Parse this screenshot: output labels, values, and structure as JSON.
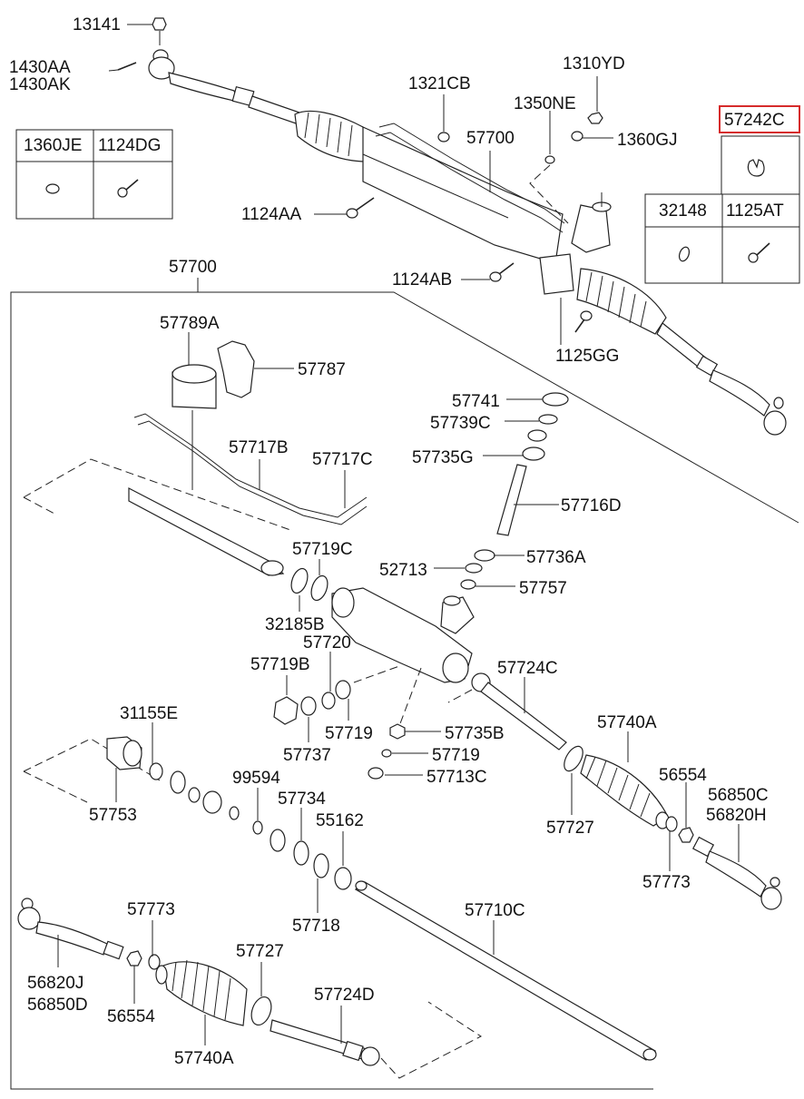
{
  "accent": "#d62b2b",
  "callouts": {
    "c13141": "13141",
    "c1430AA": "1430AA",
    "c1430AK": "1430AK",
    "c1321CB": "1321CB",
    "c1310YD": "1310YD",
    "c1350NE": "1350NE",
    "c57700_top": "57700",
    "c1360GJ": "1360GJ",
    "c57242C": "57242C",
    "c1124AA": "1124AA",
    "c1124AB": "1124AB",
    "c1125GG": "1125GG",
    "c57700_main": "57700",
    "c57789A": "57789A",
    "c57787": "57787",
    "c57741": "57741",
    "c57739C": "57739C",
    "c57717B": "57717B",
    "c57717C": "57717C",
    "c57735G": "57735G",
    "c57716D": "57716D",
    "c57719C": "57719C",
    "c52713": "52713",
    "c57736A": "57736A",
    "c57757": "57757",
    "c32185B": "32185B",
    "c57720": "57720",
    "c57719B": "57719B",
    "c57724C": "57724C",
    "c57719_a": "57719",
    "c57735B": "57735B",
    "c57737": "57737",
    "c57719_b": "57719",
    "c57713C": "57713C",
    "c31155E": "31155E",
    "c57740A_r": "57740A",
    "c99594": "99594",
    "c56554_r": "56554",
    "c56850C": "56850C",
    "c56820H": "56820H",
    "c57753": "57753",
    "c57734": "57734",
    "c55162": "55162",
    "c57727_r": "57727",
    "c57773_r": "57773",
    "c57718": "57718",
    "c57773_l": "57773",
    "c57710C": "57710C",
    "c57727_l": "57727",
    "c56820J": "56820J",
    "c56850D": "56850D",
    "c56554_l": "56554",
    "c57724D": "57724D",
    "c57740A_l": "57740A"
  },
  "tables": {
    "left": {
      "col1": "1360JE",
      "col2": "1124DG"
    },
    "right": {
      "col1": "32148",
      "col2": "1125AT"
    }
  }
}
